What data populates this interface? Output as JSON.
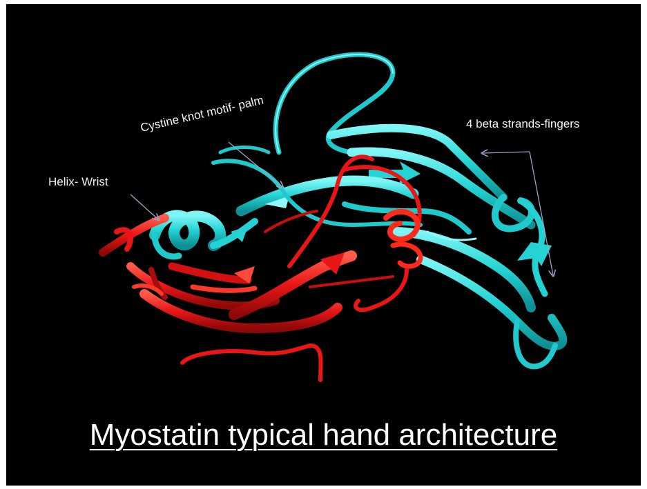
{
  "slide": {
    "title": "Myostatin typical hand architecture",
    "background_color": "#000000"
  },
  "annotations": {
    "helix": "Helix- Wrist",
    "cystine": "Cystine knot motif- palm",
    "beta": "4 beta strands-fingers"
  },
  "structure": {
    "chain_colors": {
      "chain_a": "#ff1a1a",
      "chain_b": "#2de0e0"
    },
    "arrow_color": "#9aa6c8"
  }
}
